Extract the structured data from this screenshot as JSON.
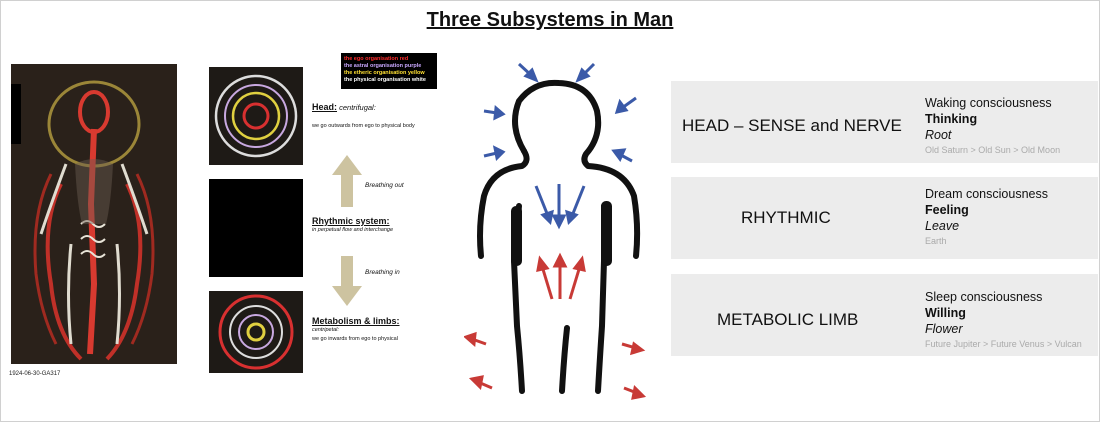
{
  "title": "Three Subsystems in Man",
  "figure_caption": "1924-06-30-GA317",
  "legend": {
    "lines": [
      {
        "text": "the ego organisation red",
        "color": "#ff2a2a"
      },
      {
        "text": "the astral organisation purple",
        "color": "#c9a8ff"
      },
      {
        "text": "the etheric organisation yellow",
        "color": "#ffe033"
      },
      {
        "text": "the physical organisation white",
        "color": "#ffffff"
      }
    ]
  },
  "head_note": {
    "heading": "Head:",
    "qualifier": "centrifugal:",
    "description": "we go outwards from ego to physical body"
  },
  "breathing_out": "Breathing out",
  "rhythmic_note": {
    "heading": "Rhythmic system:",
    "description": "in perpetual flow and interchange"
  },
  "breathing_in": "Breathing in",
  "metabolic_note": {
    "heading": "Metabolism & limbs:",
    "qualifier": "centripetal:",
    "description": "we go inwards from ego to physical"
  },
  "panels": [
    {
      "name": "HEAD – SENSE and NERVE",
      "consciousness": "Waking consciousness",
      "activity": "Thinking",
      "plant": "Root",
      "evolution": "Old Saturn > Old Sun > Old Moon"
    },
    {
      "name": "RHYTHMIC",
      "consciousness": "Dream consciousness",
      "activity": "Feeling",
      "plant": "Leave",
      "evolution": "Earth"
    },
    {
      "name": "METABOLIC LIMB",
      "consciousness": "Sleep consciousness",
      "activity": "Willing",
      "plant": "Flower",
      "evolution": "Future Jupiter > Future Venus > Vulcan"
    }
  ],
  "colors": {
    "inward_arrow": "#3b5aa8",
    "outward_arrow": "#c83a36",
    "panel_bg": "#ececec",
    "process_arrow": "#cdc3a0"
  }
}
